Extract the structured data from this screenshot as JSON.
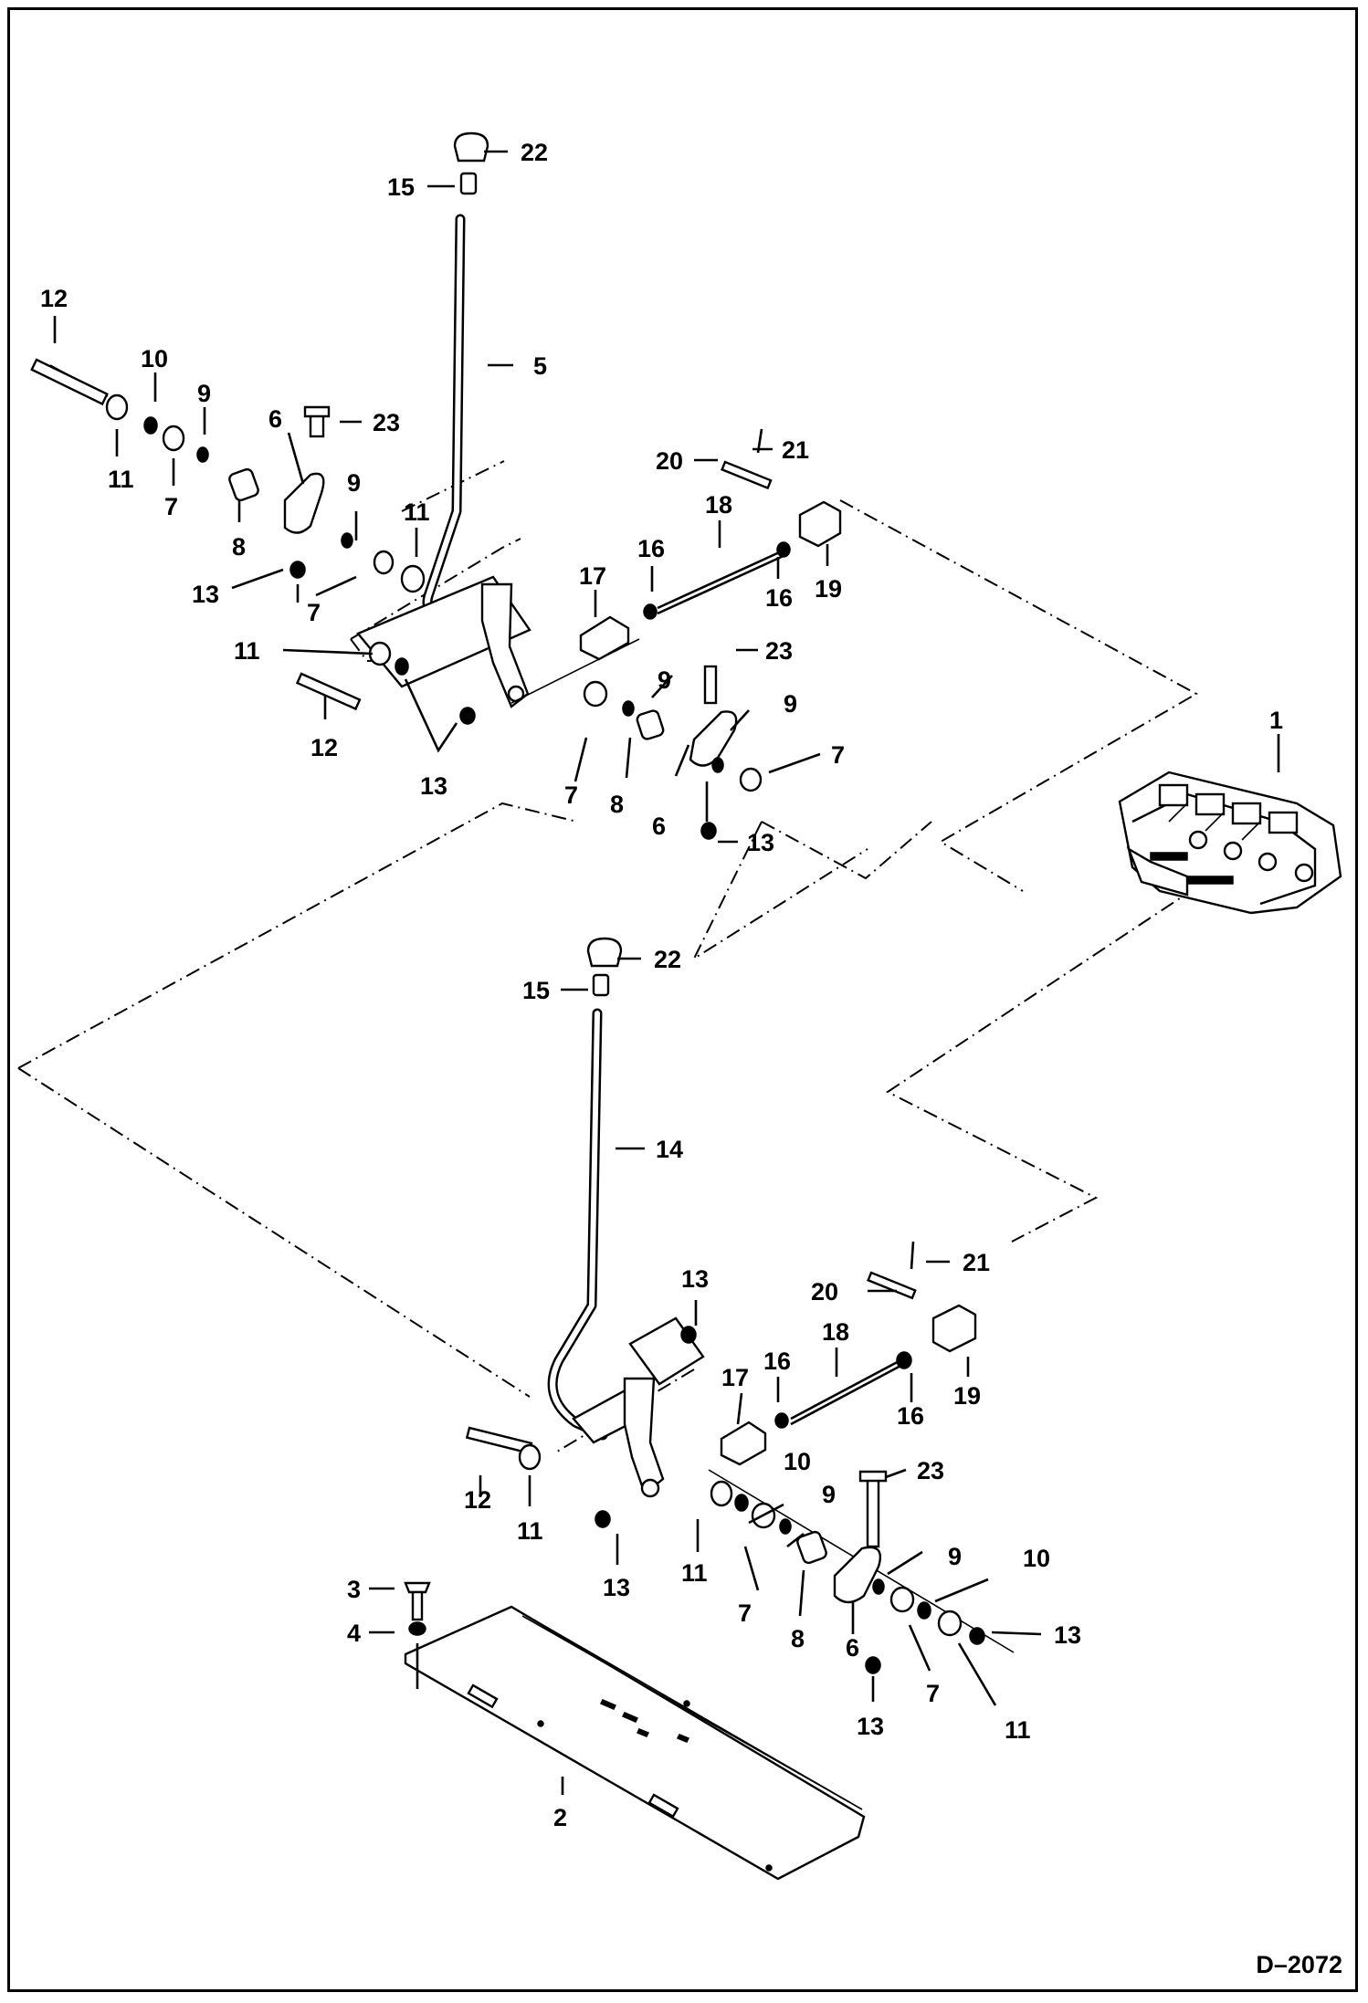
{
  "drawing_number": "D–2072",
  "callouts": {
    "c1": "1",
    "c2": "2",
    "c3": "3",
    "c4": "4",
    "c5": "5",
    "c6": "6",
    "c7": "7",
    "c8": "8",
    "c9": "9",
    "c10": "10",
    "c11": "11",
    "c12": "12",
    "c13": "13",
    "c14": "14",
    "c15": "15",
    "c16": "16",
    "c17": "17",
    "c18": "18",
    "c19": "19",
    "c20": "20",
    "c21": "21",
    "c22": "22",
    "c23": "23"
  }
}
